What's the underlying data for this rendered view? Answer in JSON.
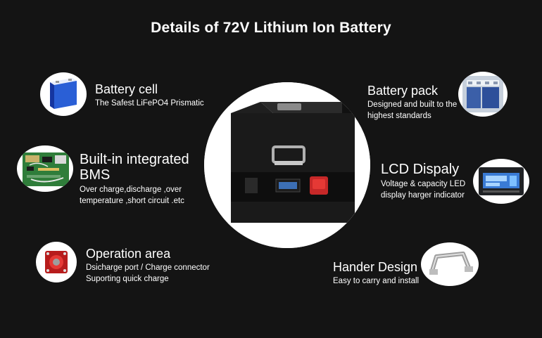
{
  "title": "Details of 72V Lithium Ion Battery",
  "features": {
    "battery_cell": {
      "heading": "Battery cell",
      "line1": "The Safest LiFePO4 Prismatic"
    },
    "bms": {
      "heading1": "Built-in integrated",
      "heading2": "BMS",
      "line1": "Over charge,discharge ,over",
      "line2": "temperature ,short circuit .etc"
    },
    "operation": {
      "heading": "Operation area",
      "line1": "Dsicharge port  / Charge connector",
      "line2": "Suporting quick charge"
    },
    "battery_pack": {
      "heading": "Battery pack",
      "line1": "Designed and built to the",
      "line2": "highest standards"
    },
    "lcd": {
      "heading": "LCD Dispaly",
      "line1": "Voltage & capacity LED",
      "line2": "display harger indicator"
    },
    "handle": {
      "heading": "Hander Design",
      "line1": "Easy to carry and install"
    }
  },
  "colors": {
    "background": "#141414",
    "accent_red": "#c62828",
    "cell_blue": "#1e4fc2"
  }
}
